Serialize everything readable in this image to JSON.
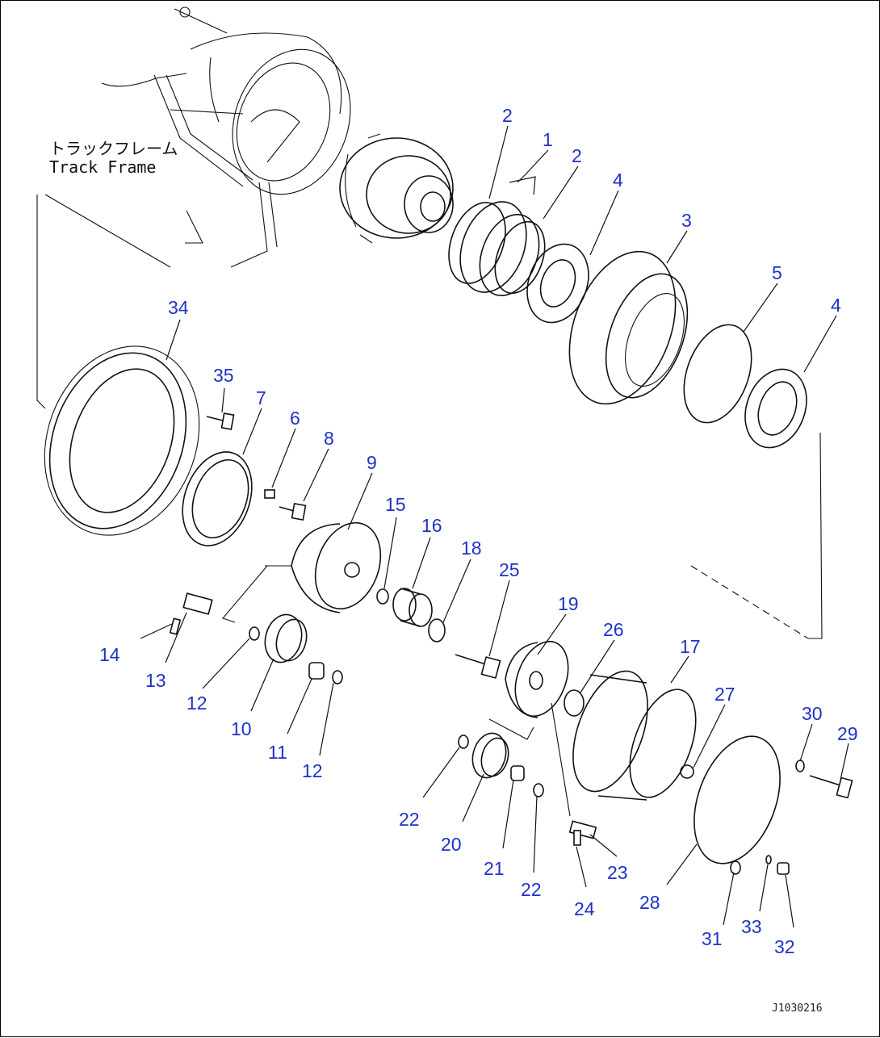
{
  "frame_label_jp": "トラックフレーム",
  "frame_label_en": "Track Frame",
  "figure_id": "J1030216",
  "accent_color": "#1e32c8",
  "callouts": [
    "1",
    "2",
    "2",
    "4",
    "3",
    "5",
    "4",
    "34",
    "35",
    "7",
    "6",
    "8",
    "9",
    "15",
    "16",
    "18",
    "25",
    "19",
    "26",
    "17",
    "27",
    "30",
    "29",
    "14",
    "13",
    "12",
    "10",
    "11",
    "12",
    "22",
    "20",
    "21",
    "22",
    "24",
    "23",
    "28",
    "31",
    "33",
    "32"
  ]
}
